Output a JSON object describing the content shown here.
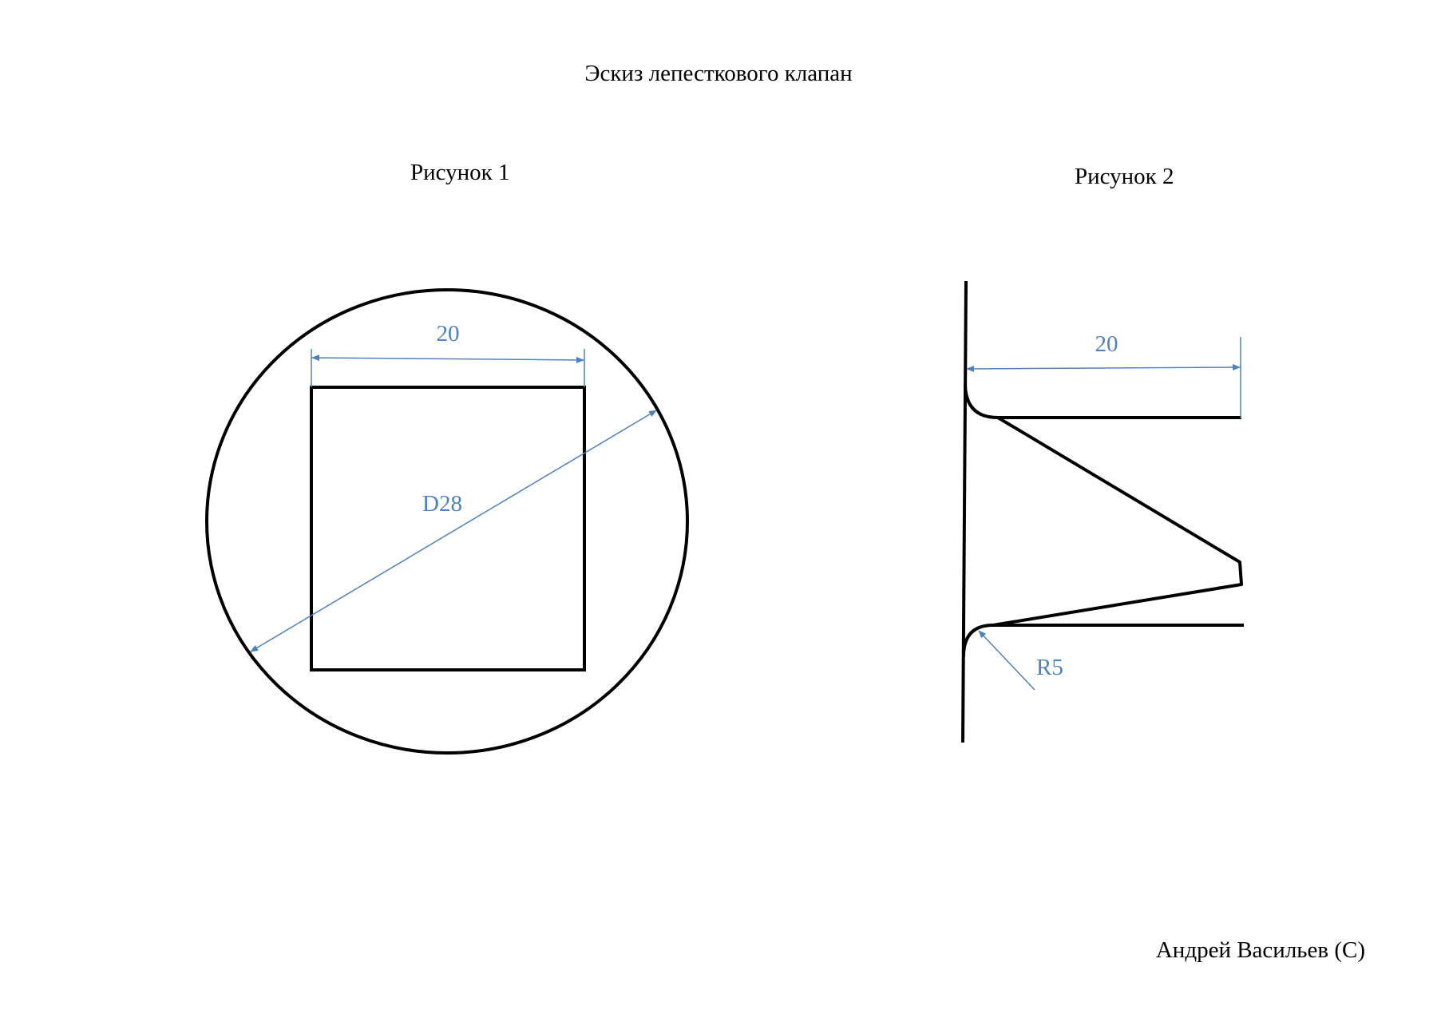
{
  "title": "Эскиз лепесткового клапан",
  "figure1": {
    "caption": "Рисунок 1",
    "width_dim": "20",
    "diameter_dim": "D28"
  },
  "figure2": {
    "caption": "Рисунок 2",
    "width_dim": "20",
    "radius_dim": "R5"
  },
  "author": "Андрей Васильев (С)",
  "colors": {
    "outline": "#000000",
    "dimension": "#4f81bd",
    "background": "#ffffff"
  }
}
